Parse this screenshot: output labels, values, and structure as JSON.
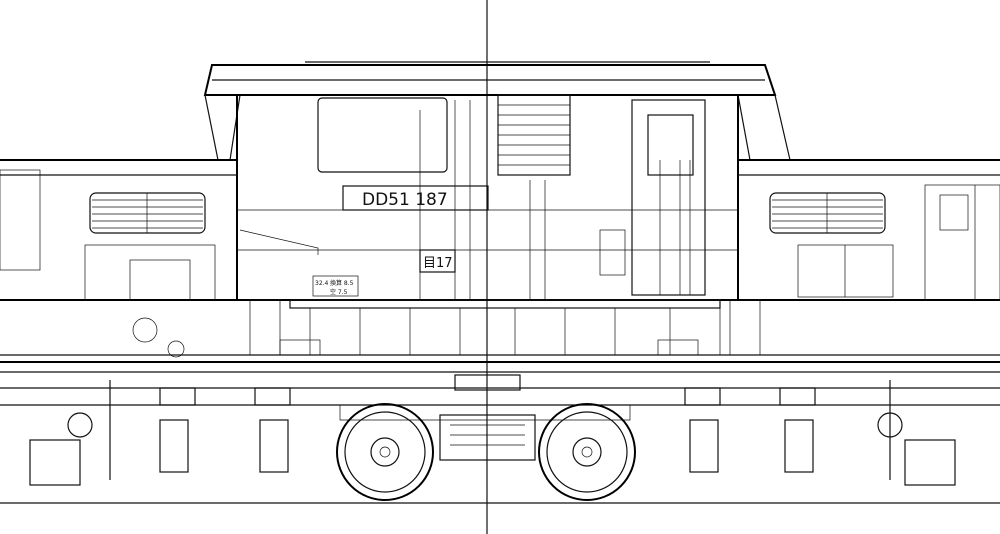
{
  "drawing": {
    "number_plate": "DD51 187",
    "depot_plate": "目17",
    "spec_label_1": "32.4",
    "spec_label_2": "換算 8.5",
    "spec_label_3": "空 7.5"
  }
}
